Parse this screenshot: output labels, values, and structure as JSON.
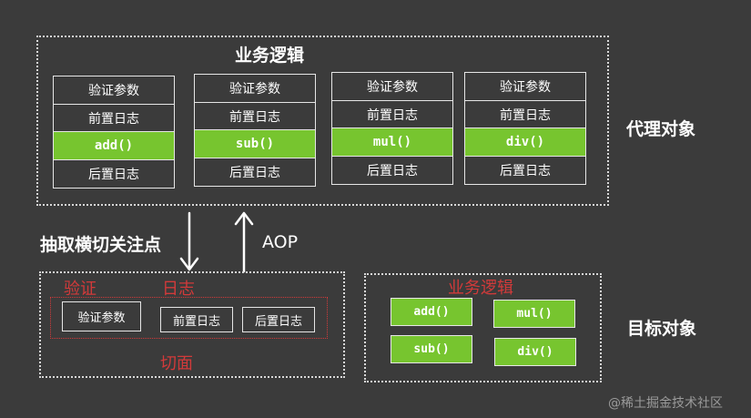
{
  "proxy": {
    "title": "业务逻辑",
    "side_label": "代理对象",
    "columns": [
      {
        "pre": "验证参数",
        "log_before": "前置日志",
        "method": "add()",
        "log_after": "后置日志"
      },
      {
        "pre": "验证参数",
        "log_before": "前置日志",
        "method": "sub()",
        "log_after": "后置日志"
      },
      {
        "pre": "验证参数",
        "log_before": "前置日志",
        "method": "mul()",
        "log_after": "后置日志"
      },
      {
        "pre": "验证参数",
        "log_before": "前置日志",
        "method": "div()",
        "log_after": "后置日志"
      }
    ]
  },
  "arrows": {
    "down_label": "抽取横切关注点",
    "up_label": "AOP"
  },
  "aspect": {
    "validate_label": "验证",
    "validate_item": "验证参数",
    "log_label": "日志",
    "log_items": [
      "前置日志",
      "后置日志"
    ],
    "bottom_label": "切面"
  },
  "target": {
    "title": "业务逻辑",
    "side_label": "目标对象",
    "methods": [
      "add()",
      "mul()",
      "sub()",
      "div()"
    ]
  },
  "watermark": "@稀土掘金技术社区",
  "colors": {
    "background": "#3b3b3b",
    "green": "#77c52f",
    "red": "#d23a3a",
    "border": "#e6e6e6"
  }
}
